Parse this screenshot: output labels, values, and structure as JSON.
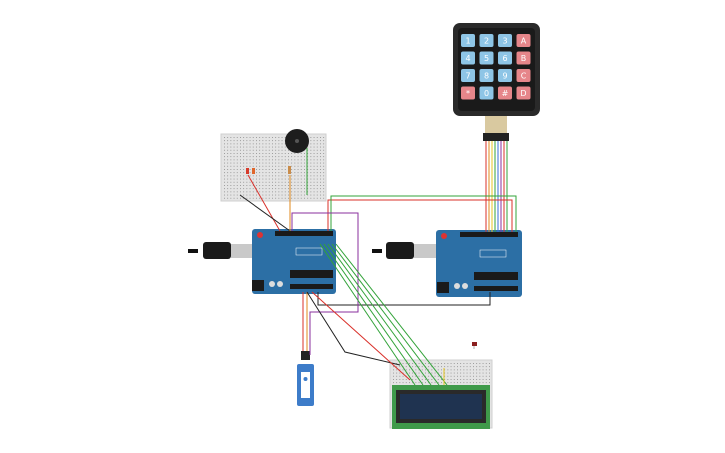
{
  "keypad": {
    "keys": [
      [
        "1",
        "2",
        "3",
        "A"
      ],
      [
        "4",
        "5",
        "6",
        "B"
      ],
      [
        "7",
        "8",
        "9",
        "C"
      ],
      [
        "*",
        "0",
        "#",
        "D"
      ]
    ]
  },
  "colors": {
    "wire_red": "#d9302a",
    "wire_green": "#33a33a",
    "wire_black": "#222222",
    "wire_purple": "#8a2f9e",
    "wire_orange": "#e08a1e",
    "wire_yellow": "#e6c620",
    "wire_blue": "#3a6fd8",
    "arduino_blue": "#2c6fa5",
    "keypad_num": "#8ec5e6",
    "keypad_letter": "#e6868a",
    "lcd_green": "#3f9a4a",
    "lcd_screen": "#1f3350"
  }
}
